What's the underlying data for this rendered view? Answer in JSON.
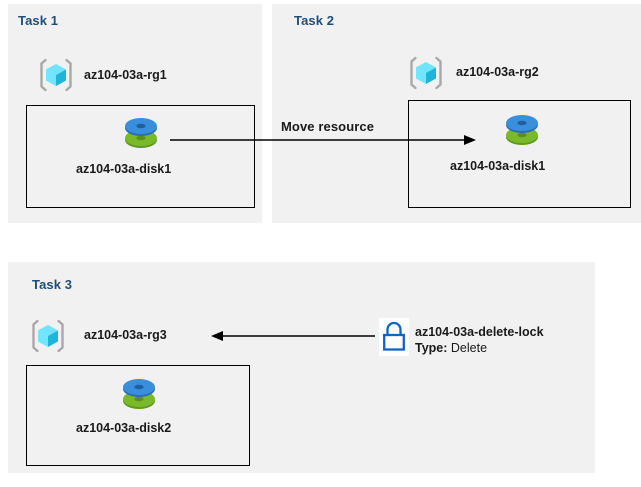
{
  "diagram": {
    "background_color": "#ffffff",
    "panel_color": "#f1f1f1",
    "title_color": "#1f4e79",
    "accent_blue": "#0078d4",
    "disk_top_color": "#3a8fdd",
    "disk_bottom_color": "#7ab929",
    "rg_cube_color": "#50e6ff",
    "rg_bracket_color": "#a0a0a0"
  },
  "panels": [
    {
      "id": "task1",
      "title": "Task 1",
      "resource_group": {
        "icon": "resource-group-icon",
        "label": "az104-03a-rg1"
      },
      "resource": {
        "icon": "managed-disk-icon",
        "label": "az104-03a-disk1"
      }
    },
    {
      "id": "task2",
      "title": "Task 2",
      "resource_group": {
        "icon": "resource-group-icon",
        "label": "az104-03a-rg2"
      },
      "resource": {
        "icon": "managed-disk-icon",
        "label": "az104-03a-disk1"
      }
    },
    {
      "id": "task3",
      "title": "Task 3",
      "resource_group": {
        "icon": "resource-group-icon",
        "label": "az104-03a-rg3"
      },
      "resource": {
        "icon": "managed-disk-icon",
        "label": "az104-03a-disk2"
      },
      "lock": {
        "icon": "lock-icon",
        "name": "az104-03a-delete-lock",
        "type_key": "Type:",
        "type_value": "Delete"
      }
    }
  ],
  "connectors": {
    "move_resource_label": "Move resource"
  }
}
